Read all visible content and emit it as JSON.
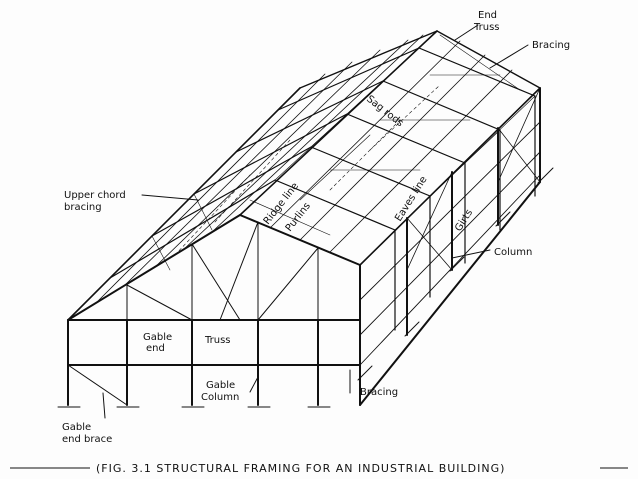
{
  "diagram": {
    "labels": {
      "end_truss_line1": "End",
      "end_truss_line2": "Truss",
      "bracing_top": "Bracing",
      "sag_rods": "Sag rods",
      "upper_chord_line1": "Upper chord",
      "upper_chord_line2": "bracing",
      "ridge_line": "Ridge line",
      "purlins": "Purlins",
      "eaves_line": "Eaves line",
      "girts": "Girts",
      "column": "Column",
      "gable_end_line1": "Gable",
      "gable_end_line2": "end",
      "truss": "Truss",
      "gable_column_line1": "Gable",
      "gable_column_line2": "Column",
      "bracing_bottom": "Bracing",
      "gable_brace_line1": "Gable",
      "gable_brace_line2": "end brace"
    },
    "caption": "(FIG. 3.1 STRUCTURAL FRAMING FOR AN INDUSTRIAL BUILDING)"
  },
  "colors": {
    "ink": "#111111",
    "paper": "#fdfdfd"
  }
}
